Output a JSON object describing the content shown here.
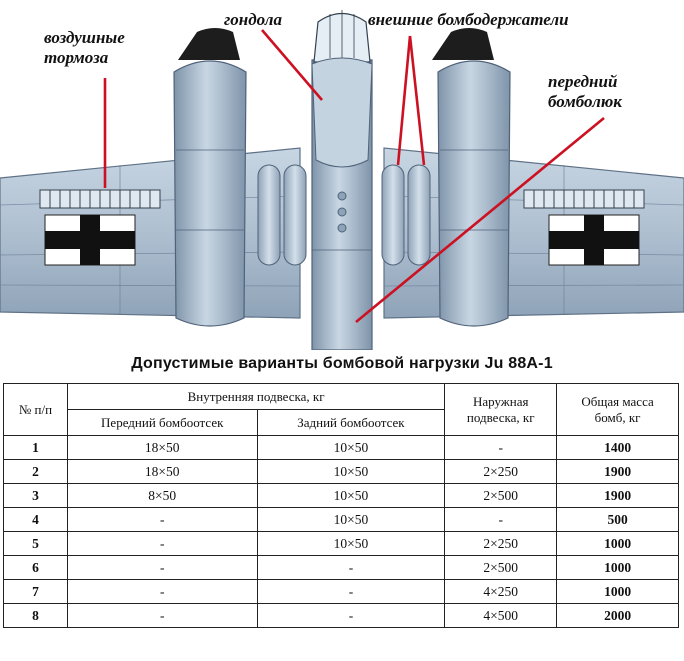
{
  "labels": {
    "air_brakes": [
      "воздушные",
      "тормоза"
    ],
    "gondola": "гондола",
    "external_racks": "внешние бомбодержатели",
    "front_bay": [
      "передний",
      "бомболюк"
    ]
  },
  "table": {
    "title": "Допустимые варианты бомбовой нагрузки Ju 88A-1",
    "headers": {
      "num": "№ п/п",
      "internal": "Внутренняя подвеска, кг",
      "front_bay": "Передний бомбоотсек",
      "rear_bay": "Задний бомбоотсек",
      "external": [
        "Наружная",
        "подвеска, кг"
      ],
      "total": [
        "Общая масса",
        "бомб, кг"
      ]
    },
    "rows": [
      {
        "num": "1",
        "front": "18×50",
        "rear": "10×50",
        "external": "-",
        "total": "1400"
      },
      {
        "num": "2",
        "front": "18×50",
        "rear": "10×50",
        "external": "2×250",
        "total": "1900"
      },
      {
        "num": "3",
        "front": "8×50",
        "rear": "10×50",
        "external": "2×500",
        "total": "1900"
      },
      {
        "num": "4",
        "front": "-",
        "rear": "10×50",
        "external": "-",
        "total": "500"
      },
      {
        "num": "5",
        "front": "-",
        "rear": "10×50",
        "external": "2×250",
        "total": "1000"
      },
      {
        "num": "6",
        "front": "-",
        "rear": "-",
        "external": "2×500",
        "total": "1000"
      },
      {
        "num": "7",
        "front": "-",
        "rear": "-",
        "external": "4×250",
        "total": "1000"
      },
      {
        "num": "8",
        "front": "-",
        "rear": "-",
        "external": "4×500",
        "total": "2000"
      }
    ]
  },
  "colors": {
    "aircraft": "#aebfd0",
    "aircraft_dark": "#8498ad",
    "leader_line": "#cc1122"
  }
}
